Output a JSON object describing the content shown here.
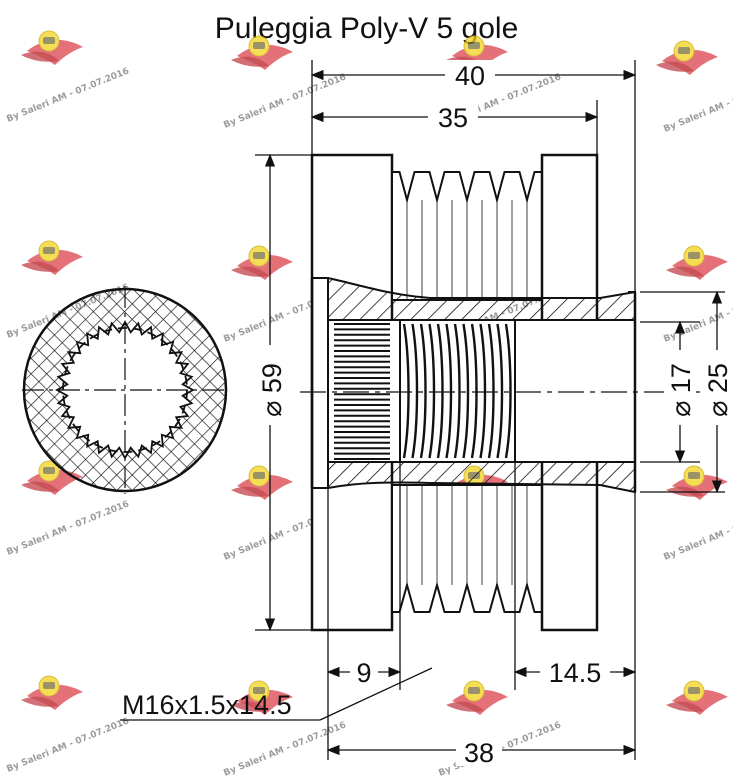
{
  "title": "Puleggia Poly-V 5 gole",
  "dimensions": {
    "overall_width": "40",
    "pulley_width": "35",
    "outer_diameter": "⌀ 59",
    "bore_diameter": "⌀ 17",
    "hub_diameter": "⌀ 25",
    "thread_depth": "9",
    "bore_depth": "14.5",
    "inner_length": "38"
  },
  "thread_spec": "M16x1.5x14.5",
  "watermark": {
    "text": "By Saleri AM - 07.07.2016",
    "logo_color": "#d4202a",
    "badge_color": "#f2d21b"
  }
}
